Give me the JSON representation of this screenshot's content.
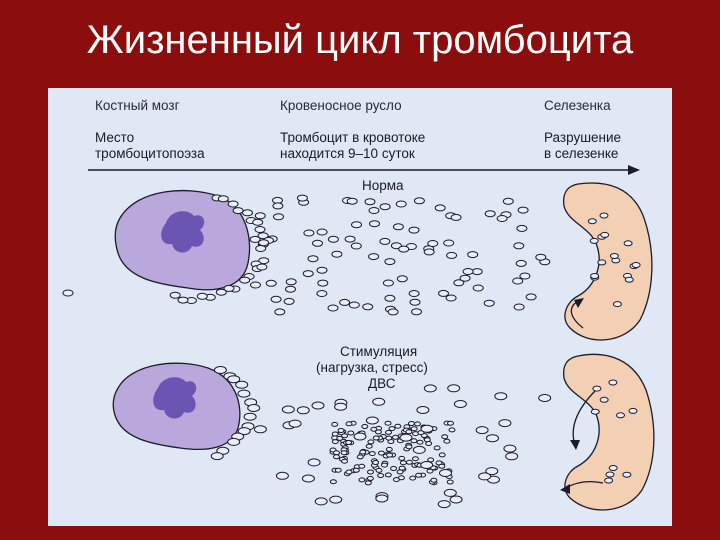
{
  "title": "Жизненный цикл тромбоцита",
  "diagram": {
    "columns": [
      {
        "heading": "Костный мозг",
        "caption": [
          "Место",
          "тромбоцитопоэза"
        ]
      },
      {
        "heading": "Кровеносное русло",
        "caption": [
          "Тромбоцит в кровотоке",
          "находится 9–10 суток"
        ]
      },
      {
        "heading": "Селезенка",
        "caption": [
          "Разрушение",
          "в селезенке"
        ]
      }
    ],
    "norm_label": "Норма",
    "stimulation_label": [
      "Стимуляция",
      "(нагрузка, стресс)",
      "ДВС"
    ],
    "colors": {
      "background": "#dfe8f4",
      "megakaryocyte": "#b9a8dc",
      "nucleus": "#6a55b2",
      "spleen": "#f3cfb3",
      "outline": "#1b1b2b",
      "platelet_fill": "#e9eef8"
    }
  }
}
